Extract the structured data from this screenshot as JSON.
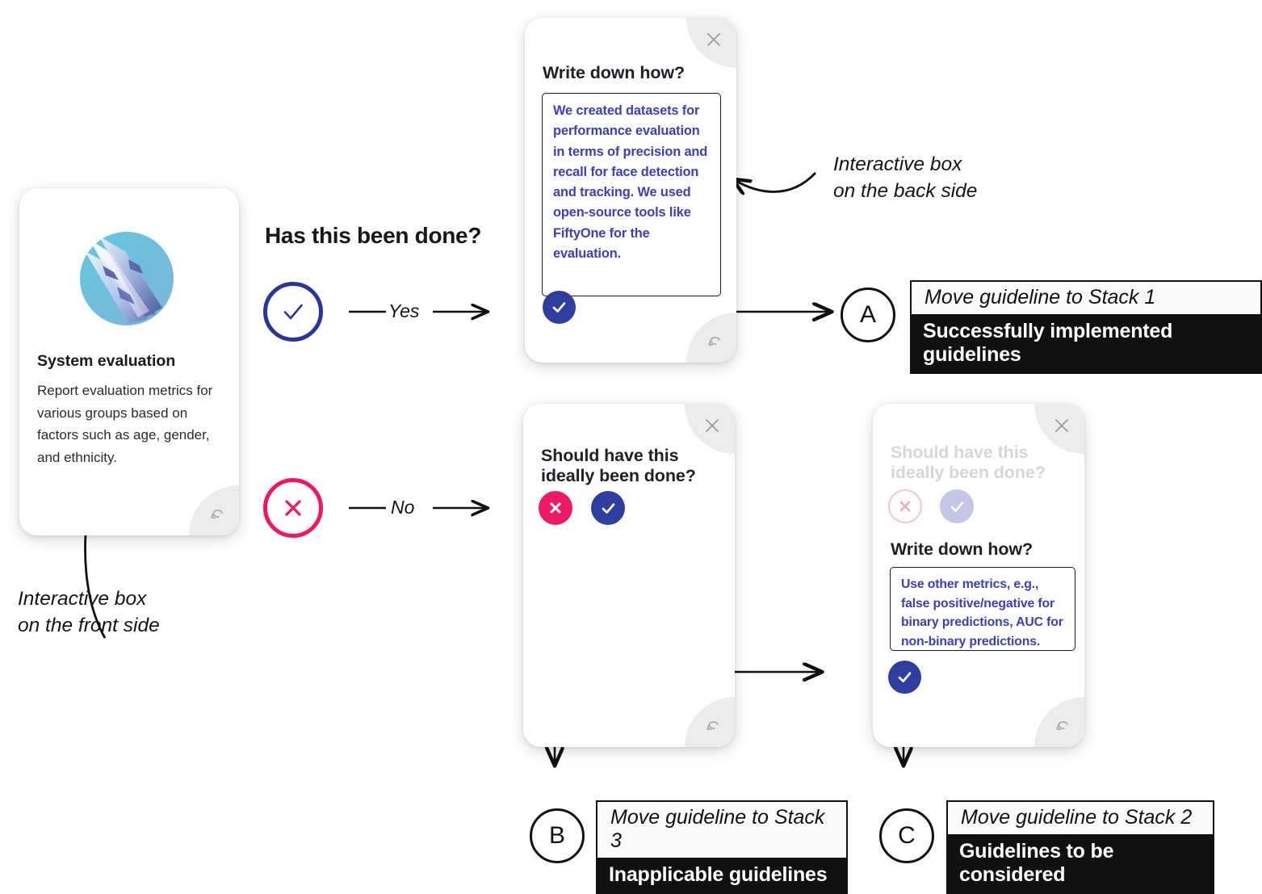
{
  "front_card": {
    "title": "System evaluation",
    "body": "Report evaluation metrics for various groups based on factors such as age, gender, and ethnicity.",
    "logo_icon": "pencils-circle-logo",
    "undo_icon": "undo-icon"
  },
  "decision": {
    "question": "Has this been done?",
    "yes_label": "Yes",
    "no_label": "No",
    "yes_icon": "check-circle-outline-icon",
    "no_icon": "x-circle-outline-icon"
  },
  "annotations": {
    "front": "Interactive box\non the front side",
    "front_line1": "Interactive box",
    "front_line2": "on the front side",
    "back_line1": "Interactive box",
    "back_line2": "on the back side"
  },
  "card_yes": {
    "question": "Write down how?",
    "note": "We created datasets for performance evaluation in terms of precision and recall for face detection and tracking. We used open-source tools like FiftyOne for the evaluation.",
    "confirm_icon": "check-circle-filled-icon",
    "close_icon": "close-icon",
    "undo_icon": "undo-icon"
  },
  "card_no": {
    "question": "Should have this ideally been done?",
    "reject_icon": "x-circle-filled-icon",
    "accept_icon": "check-circle-filled-icon",
    "close_icon": "close-icon",
    "undo_icon": "undo-icon"
  },
  "card_followup": {
    "faded_question": "Should have this ideally been done?",
    "faded_reject_icon": "x-circle-outline-faded-icon",
    "faded_accept_icon": "check-circle-filled-faded-icon",
    "question": "Write down how?",
    "note": "Use other metrics, e.g., false positive/negative for binary predictions, AUC for non-binary predictions.",
    "confirm_icon": "check-circle-filled-icon",
    "close_icon": "close-icon",
    "undo_icon": "undo-icon"
  },
  "outcomes": [
    {
      "letter": "A",
      "action": "Move guideline to Stack 1",
      "stack": "Successfully implemented guidelines"
    },
    {
      "letter": "B",
      "action": "Move guideline to Stack 3",
      "stack": "Inapplicable guidelines"
    },
    {
      "letter": "C",
      "action": "Move guideline to Stack 2",
      "stack": "Guidelines to be considered"
    }
  ],
  "colors": {
    "blue": "#2e3d9e",
    "pink": "#ec1a69",
    "note_text": "#3b40b5",
    "outline_blue": "#27349b",
    "outline_pink": "#ef1668",
    "card_corner": "#ececec",
    "black": "#111111"
  }
}
